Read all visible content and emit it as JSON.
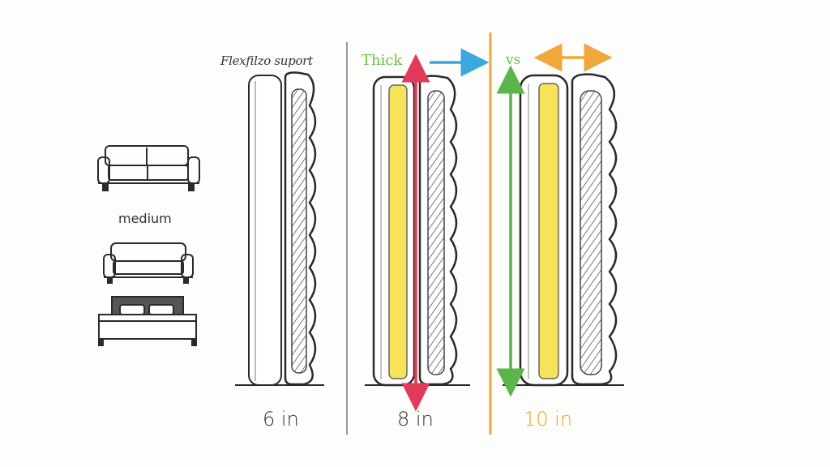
{
  "labels": {
    "top_left": "Flexfilzo suport",
    "thick": "Thick",
    "vs": "vs",
    "medium": "medium"
  },
  "sizes": {
    "six": "6 in",
    "eight": "8 in",
    "ten": "10 in"
  },
  "icons": [
    "sofa-icon",
    "loveseat-icon",
    "bed-icon"
  ],
  "colors": {
    "ink": "#2a2a2a",
    "divider_gray": "#9a9a9a",
    "divider_orange": "#f0a83a",
    "arrow_red": "#e23a5a",
    "arrow_blue": "#3aa8dc",
    "arrow_green": "#5ab54a",
    "arrow_orange": "#f0a83a",
    "foam_yellow": "#f6e35a",
    "label_green": "#6cbf4a",
    "label_orange": "#f0a020"
  }
}
